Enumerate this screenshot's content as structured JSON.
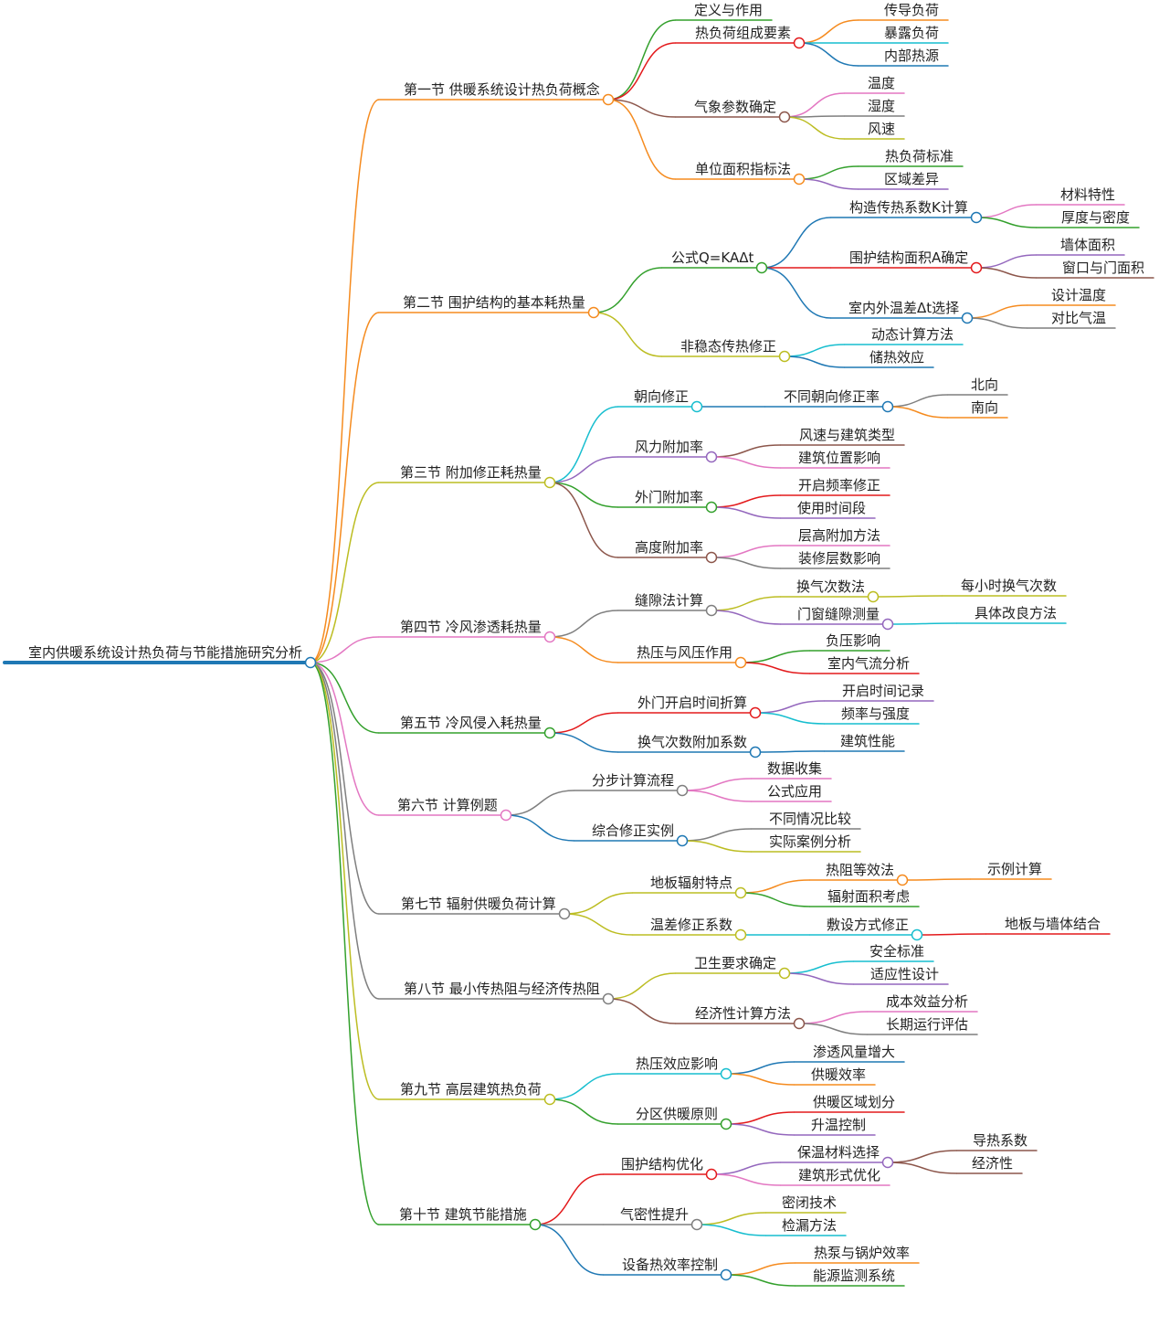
{
  "mindmap": {
    "root": {
      "text": "室内供暖系统设计热负荷与节能措施研究分析",
      "color": "#1f78b4",
      "children": [
        {
          "text": "第一节 供暖系统设计热负荷概念",
          "color": "#f58b1f",
          "children": [
            {
              "text": "定义与作用",
              "color": "#33a02c",
              "children": []
            },
            {
              "text": "热负荷组成要素",
              "color": "#e31a1c",
              "children": [
                {
                  "text": "传导负荷",
                  "color": "#f58b1f",
                  "children": []
                },
                {
                  "text": "暴露负荷",
                  "color": "#17becf",
                  "children": []
                },
                {
                  "text": "内部热源",
                  "color": "#1f78b4",
                  "children": []
                }
              ]
            },
            {
              "text": "气象参数确定",
              "color": "#8c564b",
              "children": [
                {
                  "text": "温度",
                  "color": "#e377c2",
                  "children": []
                },
                {
                  "text": "湿度",
                  "color": "#7f7f7f",
                  "children": []
                },
                {
                  "text": "风速",
                  "color": "#bcbd22",
                  "children": []
                }
              ]
            },
            {
              "text": "单位面积指标法",
              "color": "#f58b1f",
              "children": [
                {
                  "text": "热负荷标准",
                  "color": "#33a02c",
                  "children": []
                },
                {
                  "text": "区域差异",
                  "color": "#9467bd",
                  "children": []
                }
              ]
            }
          ]
        },
        {
          "text": "第二节 围护结构的基本耗热量",
          "color": "#f58b1f",
          "children": [
            {
              "text": "公式Q=KAΔt",
              "color": "#33a02c",
              "children": [
                {
                  "text": "构造传热系数K计算",
                  "color": "#1f78b4",
                  "children": [
                    {
                      "text": "材料特性",
                      "color": "#e377c2",
                      "children": []
                    },
                    {
                      "text": "厚度与密度",
                      "color": "#33a02c",
                      "children": []
                    }
                  ]
                },
                {
                  "text": "围护结构面积A确定",
                  "color": "#e31a1c",
                  "children": [
                    {
                      "text": "墙体面积",
                      "color": "#9467bd",
                      "children": []
                    },
                    {
                      "text": "窗口与门面积",
                      "color": "#8c564b",
                      "children": []
                    }
                  ]
                },
                {
                  "text": "室内外温差Δt选择",
                  "color": "#1f78b4",
                  "children": [
                    {
                      "text": "设计温度",
                      "color": "#f58b1f",
                      "children": []
                    },
                    {
                      "text": "对比气温",
                      "color": "#7f7f7f",
                      "children": []
                    }
                  ]
                }
              ]
            },
            {
              "text": "非稳态传热修正",
              "color": "#bcbd22",
              "children": [
                {
                  "text": "动态计算方法",
                  "color": "#17becf",
                  "children": []
                },
                {
                  "text": "储热效应",
                  "color": "#1f78b4",
                  "children": []
                }
              ]
            }
          ]
        },
        {
          "text": "第三节 附加修正耗热量",
          "color": "#bcbd22",
          "children": [
            {
              "text": "朝向修正",
              "color": "#17becf",
              "children": [
                {
                  "text": "不同朝向修正率",
                  "color": "#1f78b4",
                  "children": [
                    {
                      "text": "北向",
                      "color": "#7f7f7f",
                      "children": []
                    },
                    {
                      "text": "南向",
                      "color": "#f58b1f",
                      "children": []
                    }
                  ]
                }
              ]
            },
            {
              "text": "风力附加率",
              "color": "#9467bd",
              "children": [
                {
                  "text": "风速与建筑类型",
                  "color": "#8c564b",
                  "children": []
                },
                {
                  "text": "建筑位置影响",
                  "color": "#e377c2",
                  "children": []
                }
              ]
            },
            {
              "text": "外门附加率",
              "color": "#33a02c",
              "children": [
                {
                  "text": "开启频率修正",
                  "color": "#e31a1c",
                  "children": []
                },
                {
                  "text": "使用时间段",
                  "color": "#9467bd",
                  "children": []
                }
              ]
            },
            {
              "text": "高度附加率",
              "color": "#8c564b",
              "children": [
                {
                  "text": "层高附加方法",
                  "color": "#e377c2",
                  "children": []
                },
                {
                  "text": "装修层数影响",
                  "color": "#7f7f7f",
                  "children": []
                }
              ]
            }
          ]
        },
        {
          "text": "第四节 冷风渗透耗热量",
          "color": "#e377c2",
          "children": [
            {
              "text": "缝隙法计算",
              "color": "#7f7f7f",
              "children": [
                {
                  "text": "换气次数法",
                  "color": "#bcbd22",
                  "children": [
                    {
                      "text": "每小时换气次数",
                      "color": "#bcbd22",
                      "children": []
                    }
                  ]
                },
                {
                  "text": "门窗缝隙测量",
                  "color": "#9467bd",
                  "children": [
                    {
                      "text": "具体改良方法",
                      "color": "#17becf",
                      "children": []
                    }
                  ]
                }
              ]
            },
            {
              "text": "热压与风压作用",
              "color": "#f58b1f",
              "children": [
                {
                  "text": "负压影响",
                  "color": "#33a02c",
                  "children": []
                },
                {
                  "text": "室内气流分析",
                  "color": "#e31a1c",
                  "children": []
                }
              ]
            }
          ]
        },
        {
          "text": "第五节 冷风侵入耗热量",
          "color": "#33a02c",
          "children": [
            {
              "text": "外门开启时间折算",
              "color": "#e31a1c",
              "children": [
                {
                  "text": "开启时间记录",
                  "color": "#9467bd",
                  "children": []
                },
                {
                  "text": "频率与强度",
                  "color": "#17becf",
                  "children": []
                }
              ]
            },
            {
              "text": "换气次数附加系数",
              "color": "#1f78b4",
              "children": [
                {
                  "text": "建筑性能",
                  "color": "#1f78b4",
                  "children": []
                }
              ]
            }
          ]
        },
        {
          "text": "第六节 计算例题",
          "color": "#e377c2",
          "children": [
            {
              "text": "分步计算流程",
              "color": "#7f7f7f",
              "children": [
                {
                  "text": "数据收集",
                  "color": "#e377c2",
                  "children": []
                },
                {
                  "text": "公式应用",
                  "color": "#e377c2",
                  "children": []
                }
              ]
            },
            {
              "text": "综合修正实例",
              "color": "#1f78b4",
              "children": [
                {
                  "text": "不同情况比较",
                  "color": "#7f7f7f",
                  "children": []
                },
                {
                  "text": "实际案例分析",
                  "color": "#bcbd22",
                  "children": []
                }
              ]
            }
          ]
        },
        {
          "text": "第七节 辐射供暖负荷计算",
          "color": "#7f7f7f",
          "children": [
            {
              "text": "地板辐射特点",
              "color": "#bcbd22",
              "children": [
                {
                  "text": "热阻等效法",
                  "color": "#f58b1f",
                  "children": [
                    {
                      "text": "示例计算",
                      "color": "#f58b1f",
                      "children": []
                    }
                  ]
                },
                {
                  "text": "辐射面积考虑",
                  "color": "#33a02c",
                  "children": []
                }
              ]
            },
            {
              "text": "温差修正系数",
              "color": "#bcbd22",
              "children": [
                {
                  "text": "敷设方式修正",
                  "color": "#17becf",
                  "children": [
                    {
                      "text": "地板与墙体结合",
                      "color": "#e31a1c",
                      "children": []
                    }
                  ]
                }
              ]
            }
          ]
        },
        {
          "text": "第八节 最小传热阻与经济传热阻",
          "color": "#7f7f7f",
          "children": [
            {
              "text": "卫生要求确定",
              "color": "#bcbd22",
              "children": [
                {
                  "text": "安全标准",
                  "color": "#17becf",
                  "children": []
                },
                {
                  "text": "适应性设计",
                  "color": "#9467bd",
                  "children": []
                }
              ]
            },
            {
              "text": "经济性计算方法",
              "color": "#8c564b",
              "children": [
                {
                  "text": "成本效益分析",
                  "color": "#e377c2",
                  "children": []
                },
                {
                  "text": "长期运行评估",
                  "color": "#7f7f7f",
                  "children": []
                }
              ]
            }
          ]
        },
        {
          "text": "第九节 高层建筑热负荷",
          "color": "#bcbd22",
          "children": [
            {
              "text": "热压效应影响",
              "color": "#17becf",
              "children": [
                {
                  "text": "渗透风量增大",
                  "color": "#1f78b4",
                  "children": []
                },
                {
                  "text": "供暖效率",
                  "color": "#f58b1f",
                  "children": []
                }
              ]
            },
            {
              "text": "分区供暖原则",
              "color": "#33a02c",
              "children": [
                {
                  "text": "供暖区域划分",
                  "color": "#e31a1c",
                  "children": []
                },
                {
                  "text": "升温控制",
                  "color": "#9467bd",
                  "children": []
                }
              ]
            }
          ]
        },
        {
          "text": "第十节 建筑节能措施",
          "color": "#33a02c",
          "children": [
            {
              "text": "围护结构优化",
              "color": "#e31a1c",
              "children": [
                {
                  "text": "保温材料选择",
                  "color": "#9467bd",
                  "children": [
                    {
                      "text": "导热系数",
                      "color": "#8c564b",
                      "children": []
                    },
                    {
                      "text": "经济性",
                      "color": "#8c564b",
                      "children": []
                    }
                  ]
                },
                {
                  "text": "建筑形式优化",
                  "color": "#e377c2",
                  "children": []
                }
              ]
            },
            {
              "text": "气密性提升",
              "color": "#7f7f7f",
              "children": [
                {
                  "text": "密闭技术",
                  "color": "#bcbd22",
                  "children": []
                },
                {
                  "text": "检漏方法",
                  "color": "#17becf",
                  "children": []
                }
              ]
            },
            {
              "text": "设备热效率控制",
              "color": "#1f78b4",
              "children": [
                {
                  "text": "热泵与锅炉效率",
                  "color": "#f58b1f",
                  "children": []
                },
                {
                  "text": "能源监测系统",
                  "color": "#33a02c",
                  "children": []
                }
              ]
            }
          ]
        }
      ]
    }
  }
}
